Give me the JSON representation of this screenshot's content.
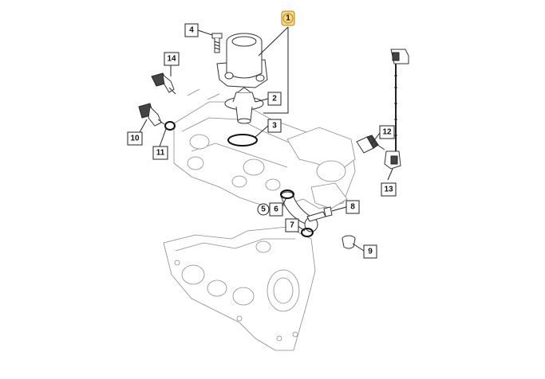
{
  "callouts": [
    {
      "id": "1",
      "label": "1",
      "highlight": true,
      "color": "#f5d98a"
    },
    {
      "id": "2",
      "label": "2"
    },
    {
      "id": "3",
      "label": "3"
    },
    {
      "id": "4",
      "label": "4"
    },
    {
      "id": "5",
      "label": "5",
      "shape": "circle"
    },
    {
      "id": "6",
      "label": "6"
    },
    {
      "id": "7",
      "label": "7"
    },
    {
      "id": "8",
      "label": "8"
    },
    {
      "id": "9",
      "label": "9"
    },
    {
      "id": "10",
      "label": "10"
    },
    {
      "id": "11",
      "label": "11"
    },
    {
      "id": "12",
      "label": "12"
    },
    {
      "id": "13",
      "label": "13"
    },
    {
      "id": "14",
      "label": "14"
    }
  ]
}
